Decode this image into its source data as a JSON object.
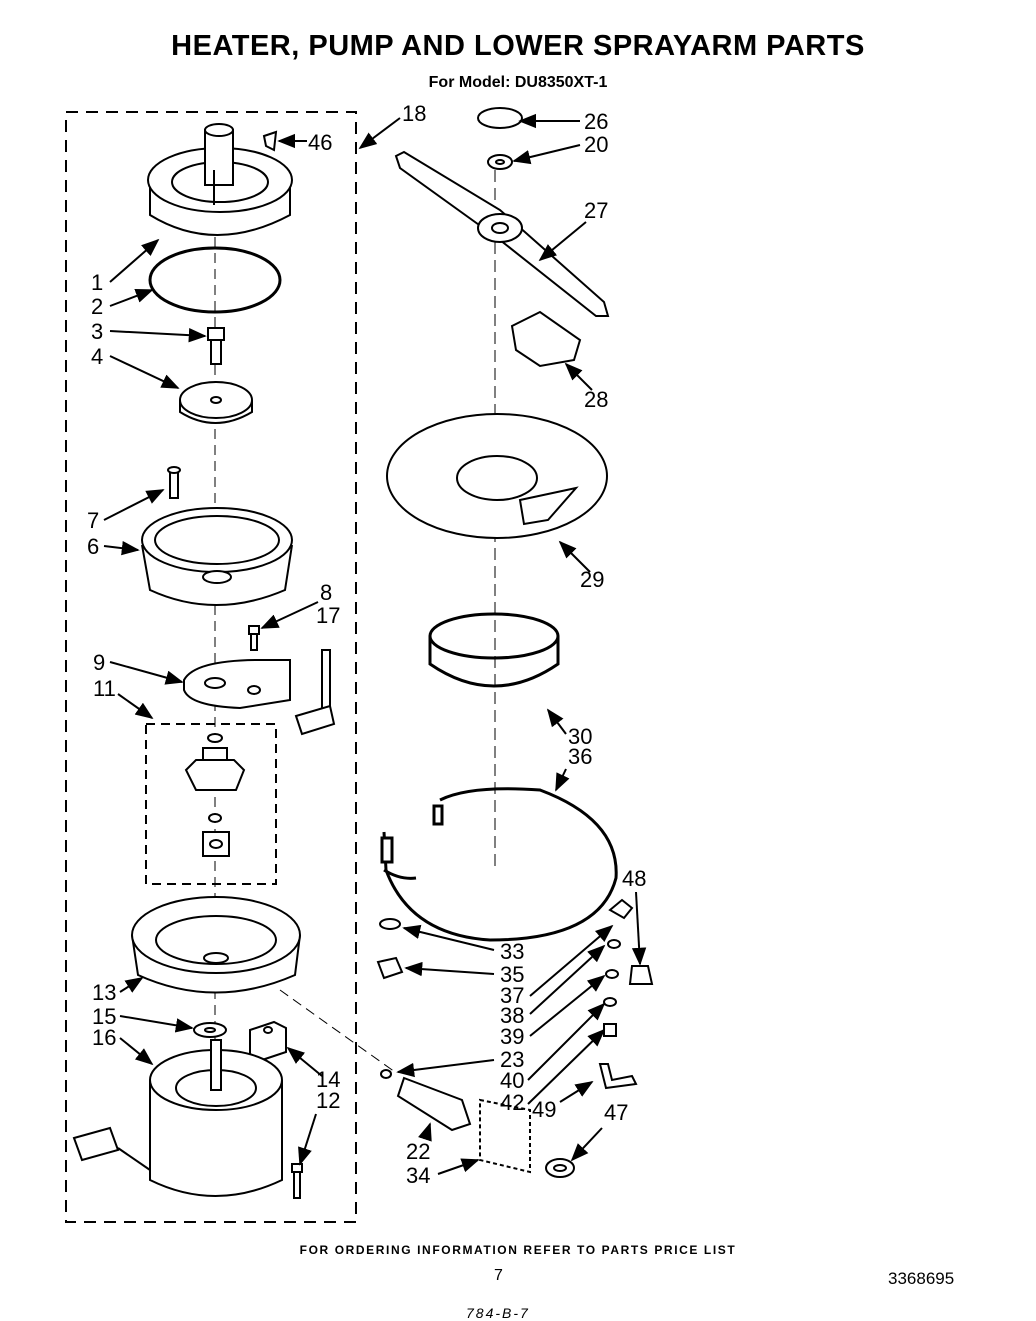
{
  "header": {
    "title": "HEATER, PUMP AND LOWER SPRAYARM PARTS",
    "subtitle": "For Model: DU8350XT-1"
  },
  "callouts": [
    {
      "id": "c1",
      "label": "1"
    },
    {
      "id": "c2",
      "label": "2"
    },
    {
      "id": "c3",
      "label": "3"
    },
    {
      "id": "c4",
      "label": "4"
    },
    {
      "id": "c6",
      "label": "6"
    },
    {
      "id": "c7",
      "label": "7"
    },
    {
      "id": "c8",
      "label": "8"
    },
    {
      "id": "c9",
      "label": "9"
    },
    {
      "id": "c11",
      "label": "11"
    },
    {
      "id": "c12",
      "label": "12"
    },
    {
      "id": "c13",
      "label": "13"
    },
    {
      "id": "c14",
      "label": "14"
    },
    {
      "id": "c15",
      "label": "15"
    },
    {
      "id": "c16",
      "label": "16"
    },
    {
      "id": "c17",
      "label": "17"
    },
    {
      "id": "c18",
      "label": "18"
    },
    {
      "id": "c20",
      "label": "20"
    },
    {
      "id": "c22",
      "label": "22"
    },
    {
      "id": "c23",
      "label": "23"
    },
    {
      "id": "c26",
      "label": "26"
    },
    {
      "id": "c27",
      "label": "27"
    },
    {
      "id": "c28",
      "label": "28"
    },
    {
      "id": "c29",
      "label": "29"
    },
    {
      "id": "c30",
      "label": "30"
    },
    {
      "id": "c33",
      "label": "33"
    },
    {
      "id": "c34",
      "label": "34"
    },
    {
      "id": "c35",
      "label": "35"
    },
    {
      "id": "c36",
      "label": "36"
    },
    {
      "id": "c37",
      "label": "37"
    },
    {
      "id": "c38",
      "label": "38"
    },
    {
      "id": "c39",
      "label": "39"
    },
    {
      "id": "c40",
      "label": "40"
    },
    {
      "id": "c42",
      "label": "42"
    },
    {
      "id": "c46",
      "label": "46"
    },
    {
      "id": "c47",
      "label": "47"
    },
    {
      "id": "c48",
      "label": "48"
    },
    {
      "id": "c49",
      "label": "49"
    }
  ],
  "footer": {
    "ordering_note": "FOR ORDERING INFORMATION REFER TO PARTS PRICE LIST",
    "page_number": "7",
    "document_number": "3368695",
    "handwritten_note": "784-B-7"
  }
}
